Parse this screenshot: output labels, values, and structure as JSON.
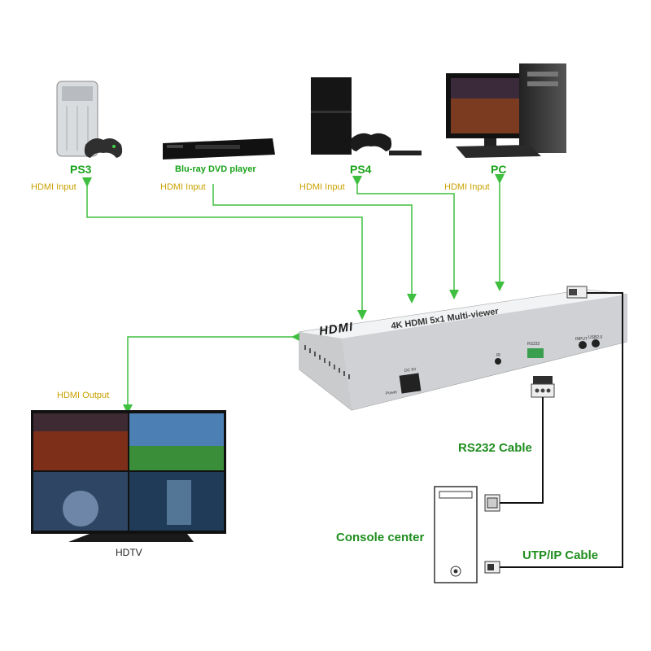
{
  "devices": {
    "ps3": {
      "name": "PS3",
      "port": "HDMI Input"
    },
    "bluray": {
      "name": "Blu-ray DVD player",
      "port": "HDMI Input"
    },
    "ps4": {
      "name": "PS4",
      "port": "HDMI Input"
    },
    "pc": {
      "name": "PC",
      "port": "HDMI Input"
    }
  },
  "switch": {
    "logo": "HDMI",
    "model": "4K HDMI 5x1 Multi-viewer",
    "power_port": "DC 5V",
    "power_label": "Power",
    "rs232_port": "RS232",
    "ir_port": "IR",
    "port_a": "INPUT",
    "port_b": "USB2.0"
  },
  "output": {
    "port": "HDMI Output",
    "device": "HDTV"
  },
  "cables": {
    "rs232": "RS232 Cable",
    "utp": "UTP/IP Cable"
  },
  "console": {
    "label": "Console center"
  },
  "colors": {
    "line": "#3fbf3f",
    "device_label": "#1aa31a",
    "port_label": "#c9a100",
    "cable_label": "#1f8e1f"
  }
}
